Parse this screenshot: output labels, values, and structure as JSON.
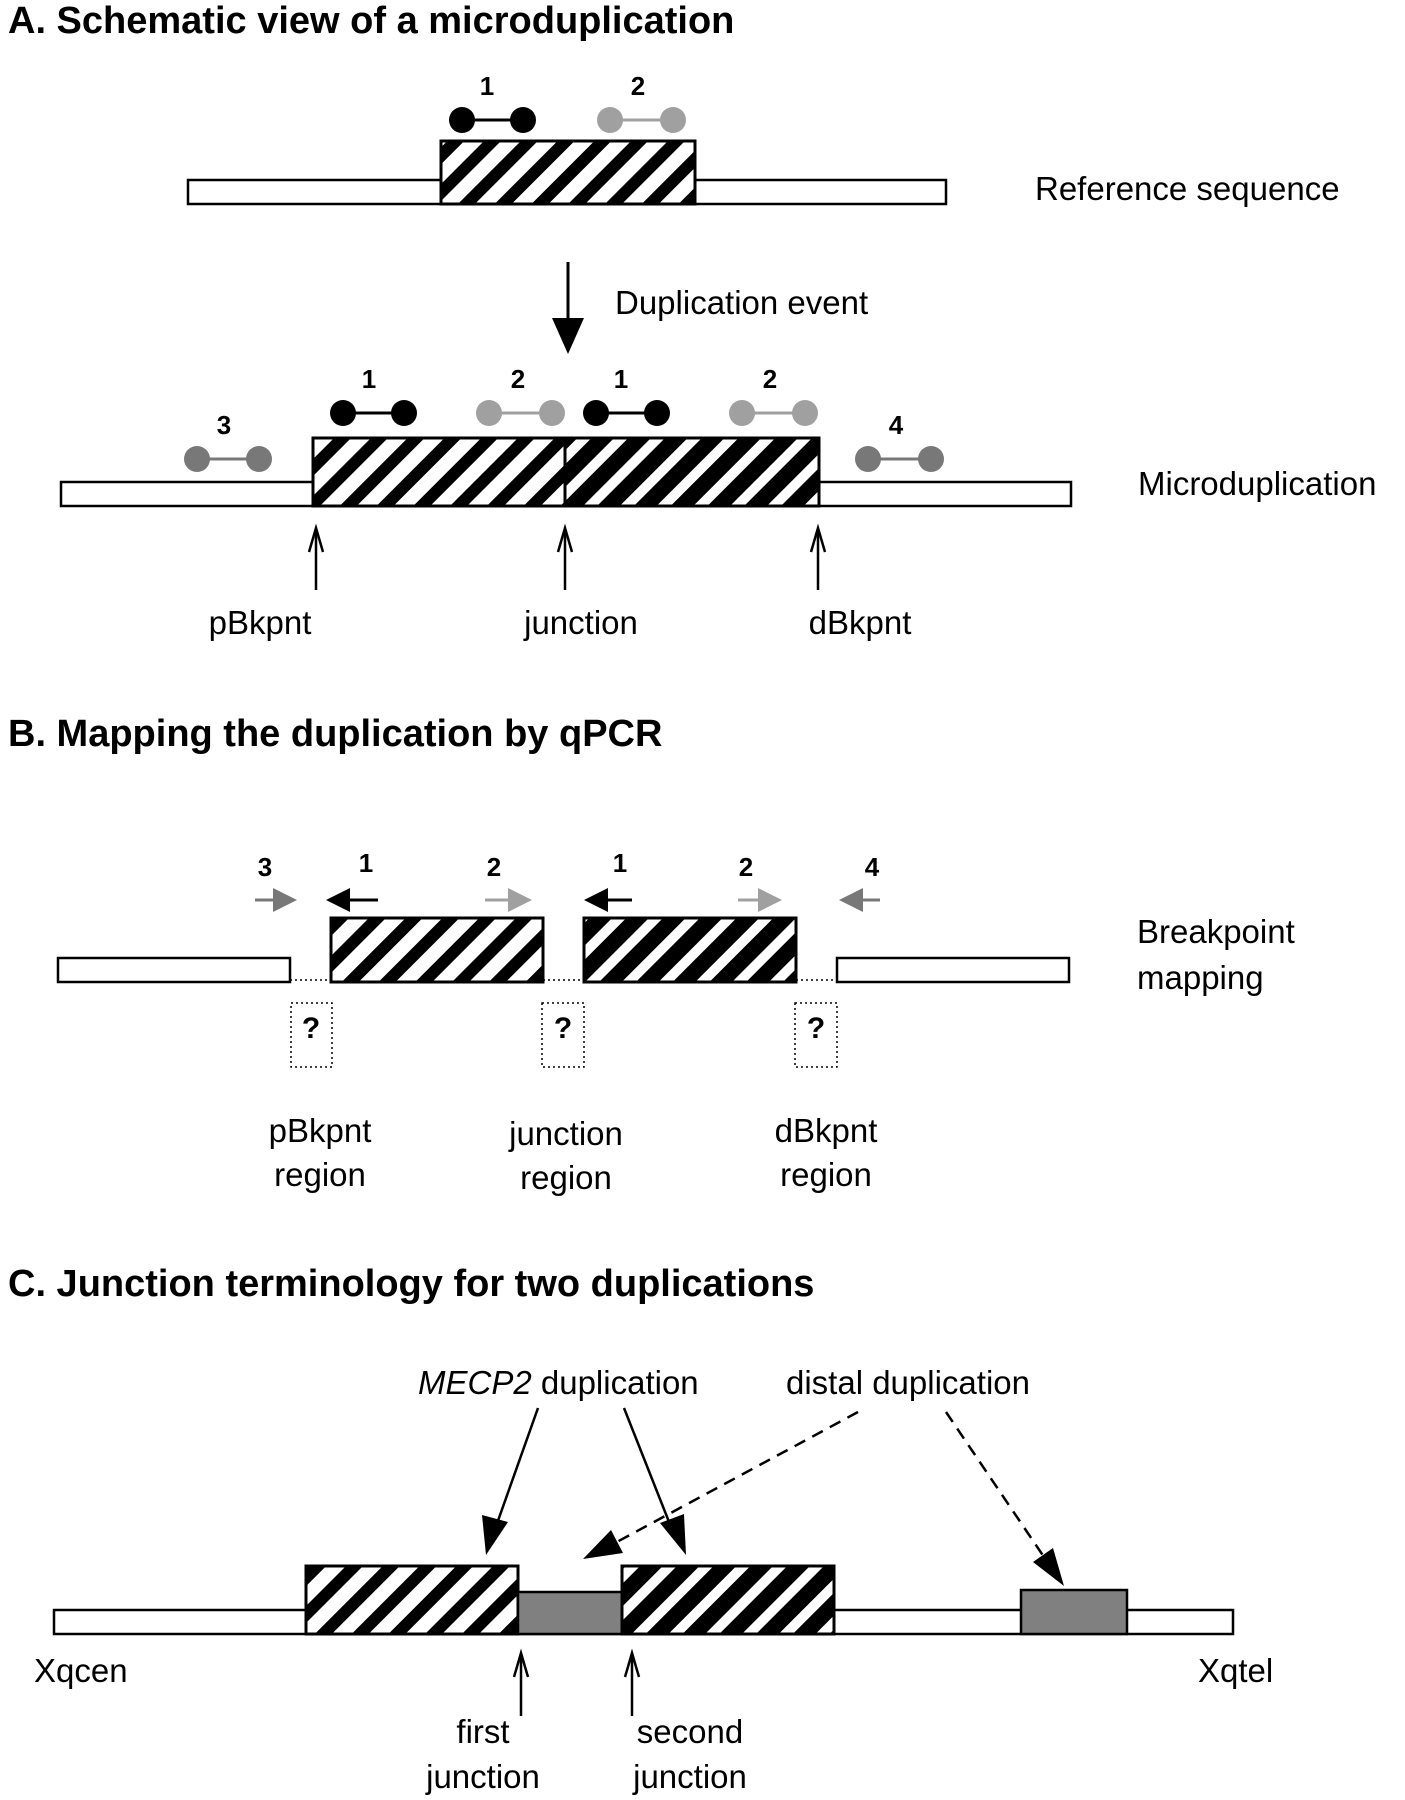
{
  "panelA": {
    "title": "A. Schematic view of a microduplication",
    "reference_label": "Reference sequence",
    "event_label": "Duplication event",
    "micro_label": "Microduplication",
    "primer_numbers_ref": [
      "1",
      "2"
    ],
    "primer_numbers_dup": [
      "3",
      "1",
      "2",
      "1",
      "2",
      "4"
    ],
    "breakpoints": [
      "pBkpnt",
      "junction",
      "dBkpnt"
    ]
  },
  "panelB": {
    "title": "B. Mapping the duplication by qPCR",
    "side_label": [
      "Breakpoint",
      "mapping"
    ],
    "primer_numbers": [
      "3",
      "1",
      "2",
      "1",
      "2",
      "4"
    ],
    "question": "?",
    "regions": [
      {
        "line1": "pBkpnt",
        "line2": "region"
      },
      {
        "line1": "junction",
        "line2": "region"
      },
      {
        "line1": "dBkpnt",
        "line2": "region"
      }
    ]
  },
  "panelC": {
    "title": "C. Junction terminology for two duplications",
    "mecp2_italic": "MECP2",
    "mecp2_rest": " duplication",
    "distal_label": "distal duplication",
    "left_end": "Xqcen",
    "right_end": "Xqtel",
    "first_junction": [
      "first",
      "junction"
    ],
    "second_junction": [
      "second",
      "junction"
    ]
  },
  "colors": {
    "primer1": "#000000",
    "primer2": "#a0a0a0",
    "primer3_4": "#787878",
    "distal_box": "#808080"
  }
}
